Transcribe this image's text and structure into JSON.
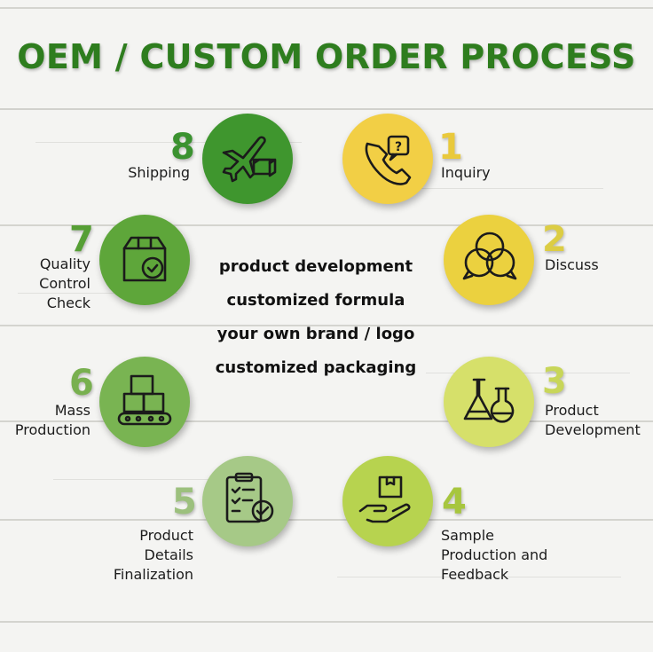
{
  "title": "OEM / CUSTOM ORDER PROCESS",
  "center_points": [
    "product development",
    "customized formula",
    "your own brand / logo",
    "customized packaging"
  ],
  "steps": [
    {
      "number": "1",
      "label": [
        "Inquiry"
      ],
      "icon": "phone-question-icon",
      "color": "#f2cf45",
      "number_color": "#e9c93c"
    },
    {
      "number": "2",
      "label": [
        "Discuss"
      ],
      "icon": "chat-bubbles-icon",
      "color": "#ebd13f",
      "number_color": "#dccd44"
    },
    {
      "number": "3",
      "label": [
        "Product",
        "Development"
      ],
      "icon": "flasks-icon",
      "color": "#d6e06a",
      "number_color": "#c8d659"
    },
    {
      "number": "4",
      "label": [
        "Sample",
        "Production and",
        "Feedback"
      ],
      "icon": "hand-box-icon",
      "color": "#b7d34f",
      "number_color": "#a7c63e"
    },
    {
      "number": "5",
      "label": [
        "Product",
        "Details",
        "Finalization"
      ],
      "icon": "clipboard-check-icon",
      "color": "#a6c987",
      "number_color": "#9cc07d"
    },
    {
      "number": "6",
      "label": [
        "Mass",
        "Production"
      ],
      "icon": "conveyor-boxes-icon",
      "color": "#79b452",
      "number_color": "#78b04f"
    },
    {
      "number": "7",
      "label": [
        "Quality",
        "Control",
        "Check"
      ],
      "icon": "box-badge-icon",
      "color": "#5ea63a",
      "number_color": "#569f35"
    },
    {
      "number": "8",
      "label": [
        "Shipping"
      ],
      "icon": "plane-box-icon",
      "color": "#3f962e",
      "number_color": "#3b9230"
    }
  ]
}
